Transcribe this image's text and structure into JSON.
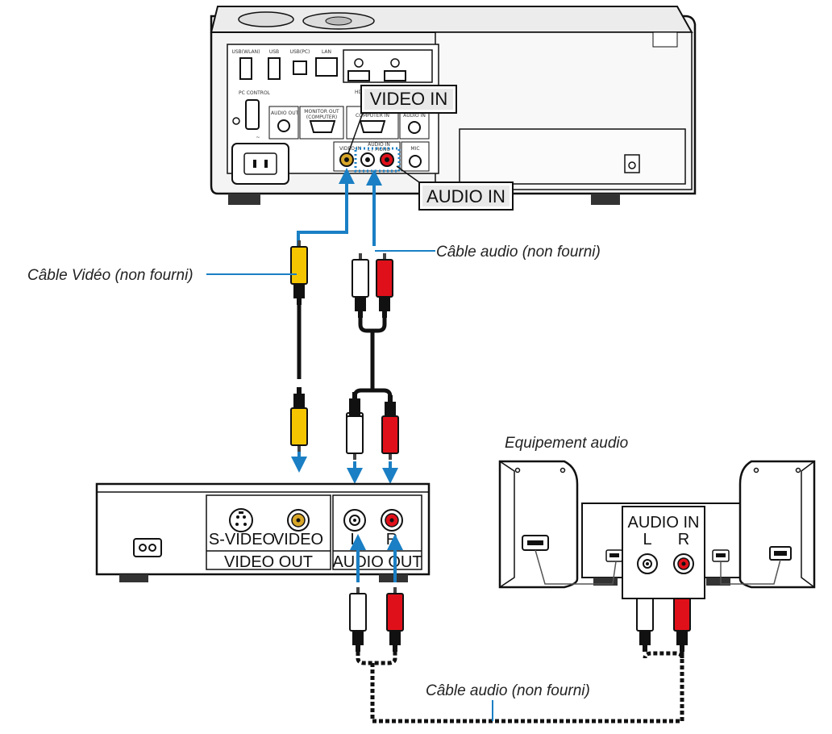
{
  "projector": {
    "callouts": {
      "video_in": "VIDEO IN",
      "audio_in": "AUDIO IN"
    },
    "ports": {
      "usb_wlan": "USB(WLAN)",
      "usb": "USB",
      "usb_pc": "USB(PC)",
      "lan": "LAN",
      "hdmi": "HDMI 1",
      "pc_control": "PC CONTROL",
      "audio_out": "AUDIO OUT",
      "monitor_out": "MONITOR OUT",
      "monitor_out_sub": "(COMPUTER)",
      "computer_in": "COMPUTER IN",
      "audio_in_small": "AUDIO IN",
      "video_in_small": "VIDEO IN",
      "audio_in_lmono": "AUDIO IN",
      "lmono": "L / MONO",
      "mic": "MIC"
    }
  },
  "cables": {
    "video": "Câble Vidéo (non fourni)",
    "audio_top": "Câble audio (non fourni)",
    "audio_bottom": "Câble audio (non fourni)"
  },
  "source_device": {
    "svideo": "S-VIDEO",
    "video": "VIDEO",
    "video_out": "VIDEO OUT",
    "l": "L",
    "r": "R",
    "audio_out": "AUDIO OUT"
  },
  "audio_equipment": {
    "title": "Equipement audio",
    "audio_in": "AUDIO IN",
    "l": "L",
    "r": "R"
  },
  "colors": {
    "arrow": "#1a7fc4",
    "yellow": "#f5c500",
    "red": "#e0101a",
    "white": "#ffffff",
    "gold_jack": "#d8a628",
    "dotted_blue": "#1a7fc4",
    "line": "#222222"
  }
}
